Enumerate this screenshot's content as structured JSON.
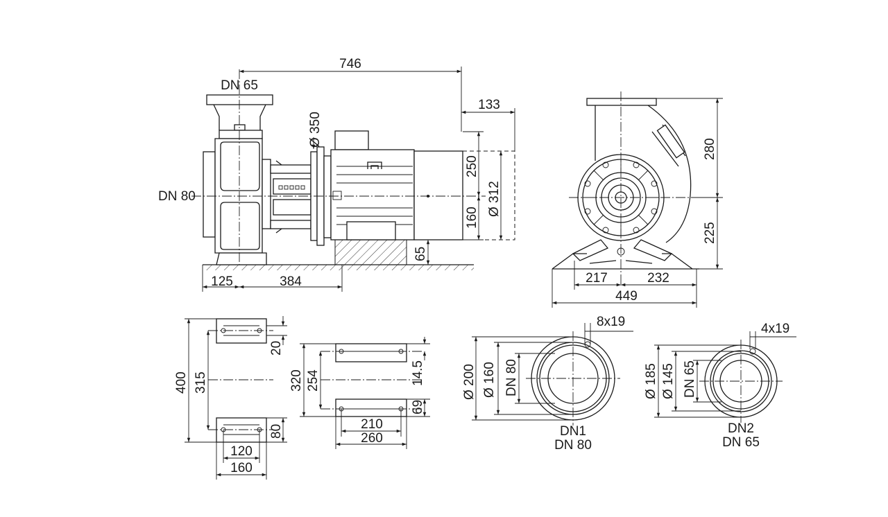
{
  "labels": {
    "flange_top": "DN 65",
    "flange_side": "DN 80",
    "len_total": "746",
    "len_133": "133",
    "dia_350": "Ø 350",
    "h_250": "250",
    "h_160": "160",
    "dia_312": "Ø 312",
    "h_65": "65",
    "len_125": "125",
    "len_384": "384",
    "h_280": "280",
    "h_225": "225",
    "w_217": "217",
    "w_232": "232",
    "w_449": "449",
    "a_400": "400",
    "a_315": "315",
    "a_20": "20",
    "a_80": "80",
    "a_120": "120",
    "a_160": "160",
    "b_320": "320",
    "b_254": "254",
    "b_14_5": "14.5",
    "b_69": "69",
    "b_210": "210",
    "b_260": "260",
    "c_8x19": "8x19",
    "c_200": "Ø 200",
    "c_160": "Ø 160",
    "c_dn80": "DN 80",
    "c_name1": "DN1",
    "c_name2": "DN 80",
    "d_4x19": "4x19",
    "d_185": "Ø 185",
    "d_145": "Ø 145",
    "d_dn65": "DN 65",
    "d_name1": "DN2",
    "d_name2": "DN 65"
  }
}
